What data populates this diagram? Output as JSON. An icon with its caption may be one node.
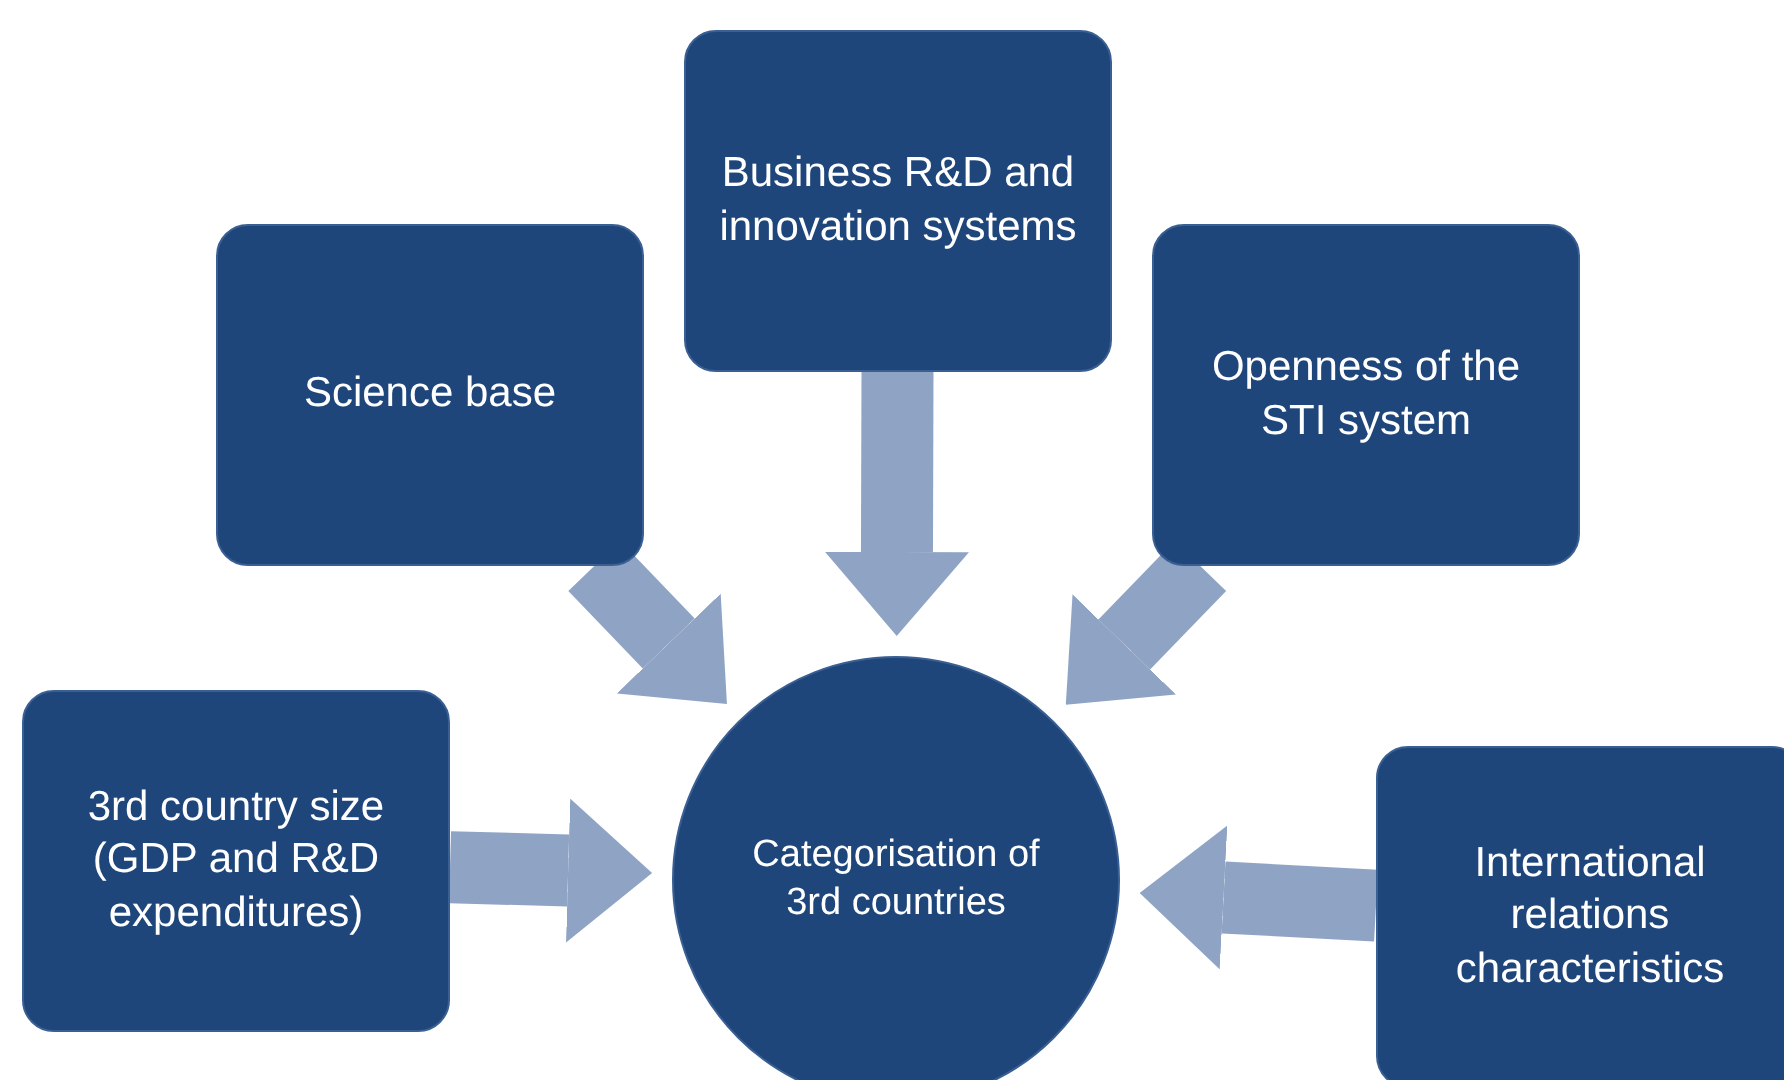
{
  "diagram": {
    "nodes": [
      {
        "text": [
          "Science base"
        ]
      },
      {
        "text": [
          "Business R&D and innovation systems"
        ]
      },
      {
        "text": [
          "Openness of the STI system"
        ]
      },
      {
        "text": [
          "3rd country size (GDP and R&D expenditures)"
        ]
      },
      {
        "text": [
          "Categorisation of 3rd countries"
        ]
      },
      {
        "text": [
          "International relations characteristics"
        ]
      }
    ],
    "edges": [
      {
        "from": 0,
        "to": 4,
        "arrow": "to"
      },
      {
        "from": 1,
        "to": 4,
        "arrow": "to"
      },
      {
        "from": 2,
        "to": 4,
        "arrow": "to"
      },
      {
        "from": 3,
        "to": 4,
        "arrow": "to"
      },
      {
        "from": 5,
        "to": 4,
        "arrow": "to"
      }
    ]
  }
}
